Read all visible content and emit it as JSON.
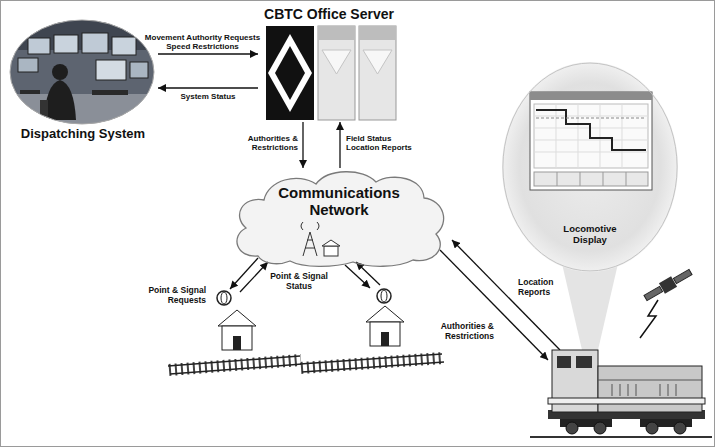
{
  "diagram": {
    "nodes": [
      {
        "text": [
          "CBTC Office Server"
        ]
      },
      {
        "text": [
          "Dispatching System"
        ]
      },
      {
        "text": [
          "Communications Network"
        ]
      },
      {
        "text": [
          "Locomotive Display"
        ]
      }
    ],
    "edges": [
      {
        "from": 1,
        "to": 0,
        "arrow": "to",
        "label": "Movement Authority Requests Speed Restrictions"
      },
      {
        "from": 0,
        "to": 1,
        "arrow": "to",
        "label": "System Status"
      },
      {
        "from": 0,
        "to": 2,
        "arrow": "to",
        "label": "Authorities & Restrictions"
      },
      {
        "from": 2,
        "to": 0,
        "arrow": "to",
        "label": "Field Status Location Reports"
      }
    ],
    "labels": [
      "Point & Signal Requests",
      "Point & Signal Status",
      "Location Reports",
      "Authorities & Restrictions"
    ]
  }
}
